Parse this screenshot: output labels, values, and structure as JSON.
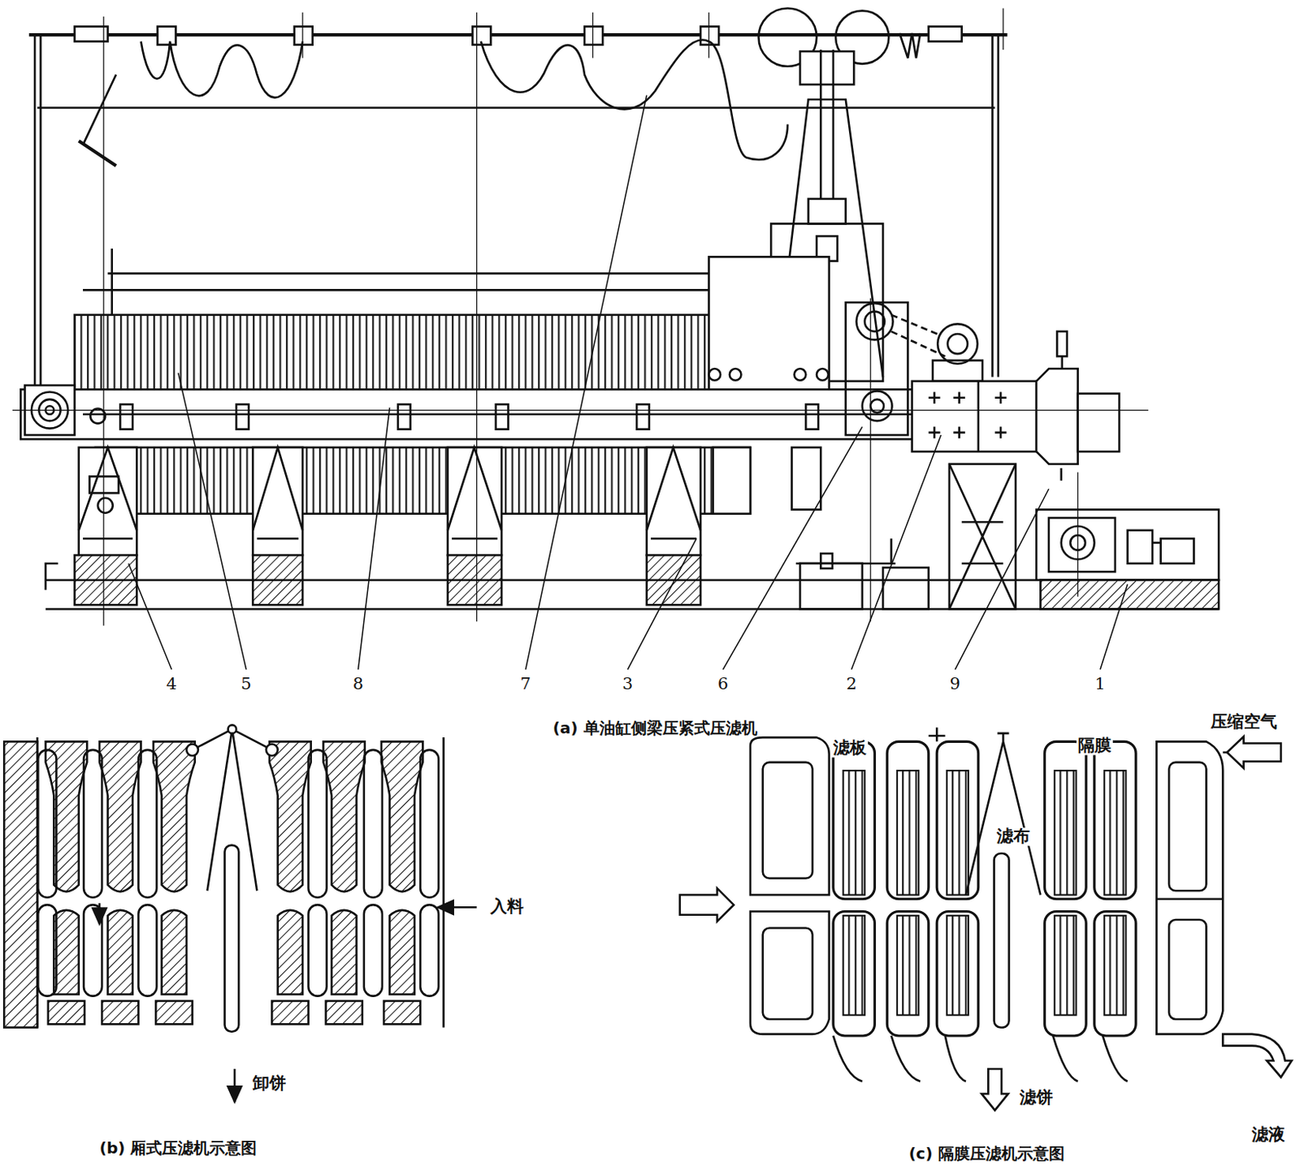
{
  "diagram": {
    "labels": [
      "4",
      "5",
      "8",
      "7",
      "3",
      "6",
      "2",
      "9",
      "1",
      "(a) 单油缸侧梁压紧式压滤机",
      "入料",
      "卸饼",
      "(b) 厢式压滤机示意图",
      "滤板",
      "隔膜",
      "压缩空气",
      "滤布",
      "滤饼",
      "滤液",
      "(c) 隔膜压滤机示意图"
    ]
  }
}
